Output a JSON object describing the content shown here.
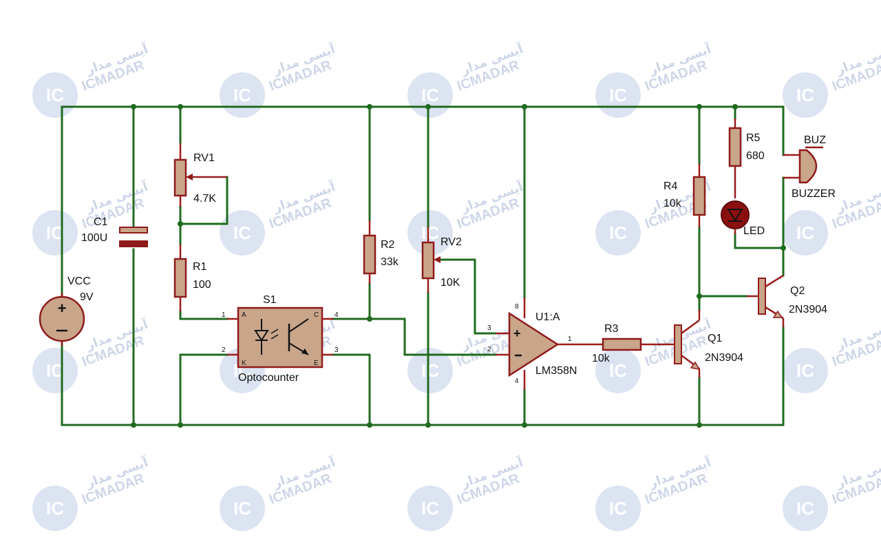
{
  "watermark": {
    "brand": "ICMADAR",
    "brand_arabic": "آیسی مدار",
    "logo_text": "IC"
  },
  "components": {
    "vcc": {
      "name": "VCC",
      "value": "9V"
    },
    "c1": {
      "name": "C1",
      "value": "100U"
    },
    "rv1": {
      "name": "RV1",
      "value": "4.7K"
    },
    "r1": {
      "name": "R1",
      "value": "100"
    },
    "s1": {
      "name": "S1",
      "value": "Optocounter",
      "pins": {
        "a": "A",
        "k": "K",
        "c": "C",
        "e": "E",
        "p1": "1",
        "p2": "2",
        "p3": "3",
        "p4": "4"
      }
    },
    "r2": {
      "name": "R2",
      "value": "33k"
    },
    "rv2": {
      "name": "RV2",
      "value": "10K"
    },
    "u1": {
      "name": "U1:A",
      "value": "LM358N",
      "pins": {
        "p1": "1",
        "p2": "2",
        "p3": "3",
        "p4": "4",
        "p8": "8"
      }
    },
    "r3": {
      "name": "R3",
      "value": "10k"
    },
    "r4": {
      "name": "R4",
      "value": "10k"
    },
    "r5": {
      "name": "R5",
      "value": "680"
    },
    "led": {
      "name": "LED"
    },
    "buz": {
      "name": "BUZ",
      "value": "BUZZER"
    },
    "q1": {
      "name": "Q1",
      "value": "2N3904"
    },
    "q2": {
      "name": "Q2",
      "value": "2N3904"
    }
  },
  "colors": {
    "wire": "#1f6b1f",
    "component_outline": "#8f1a1a",
    "component_fill": "#c9a58a",
    "watermark": "#cdd6e8"
  }
}
